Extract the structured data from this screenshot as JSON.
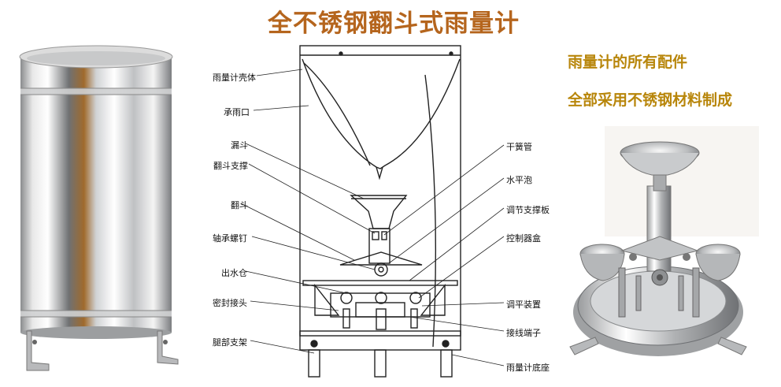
{
  "title": "全不锈钢翻斗式雨量计",
  "side_text": {
    "line1": "雨量计的所有配件",
    "line2": "全部采用不锈钢材料制成"
  },
  "left_labels": {
    "shell": "雨量计壳体",
    "rain_catch": "承雨口",
    "funnel": "漏斗",
    "bucket_support": "翻斗支撑",
    "bucket": "翻斗",
    "bearing_screw": "轴承螺钉",
    "outlet": "出水仓",
    "seal_joint": "密封接头",
    "leg_support": "腿部支架"
  },
  "right_labels": {
    "reed_tube": "干簧管",
    "level_bubble": "水平泡",
    "adjust_plate": "调节支撑板",
    "control_box": "控制器盒",
    "leveling_device": "调平装置",
    "terminal": "接线端子",
    "base": "雨量计底座"
  },
  "colors": {
    "title": "#b5651d",
    "side_text": "#b8860b"
  }
}
